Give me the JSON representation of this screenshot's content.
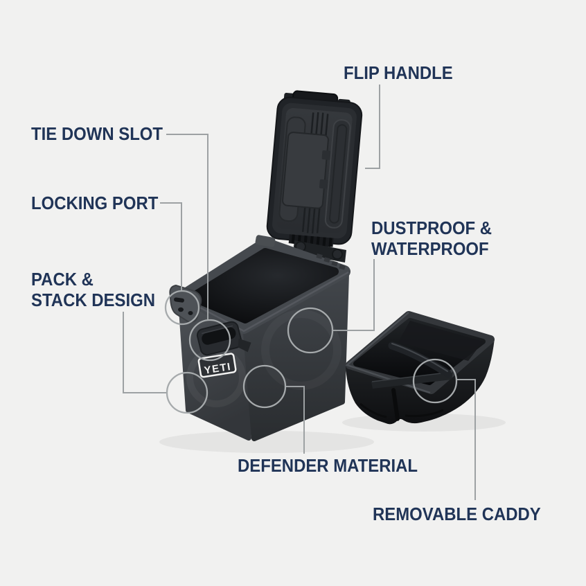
{
  "diagram_title": "YETI LoadOut GoBox feature callout diagram",
  "colors": {
    "background": "#f1f1f0",
    "label_navy": "#203457",
    "callout_line_gray": "#9da1a3",
    "product_charcoal": "#3a3d41",
    "product_black": "#101214"
  },
  "product": {
    "badge_text": "YETI"
  },
  "callouts": {
    "flip_handle": "FLIP HANDLE",
    "tie_down_slot": "TIE DOWN SLOT",
    "locking_port": "LOCKING PORT",
    "pack_stack_line1": "PACK &",
    "pack_stack_line2": "STACK DESIGN",
    "dustproof_line1": "DUSTPROOF &",
    "dustproof_line2": "WATERPROOF",
    "defender": "DEFENDER MATERIAL",
    "removable_caddy": "REMOVABLE CADDY"
  }
}
